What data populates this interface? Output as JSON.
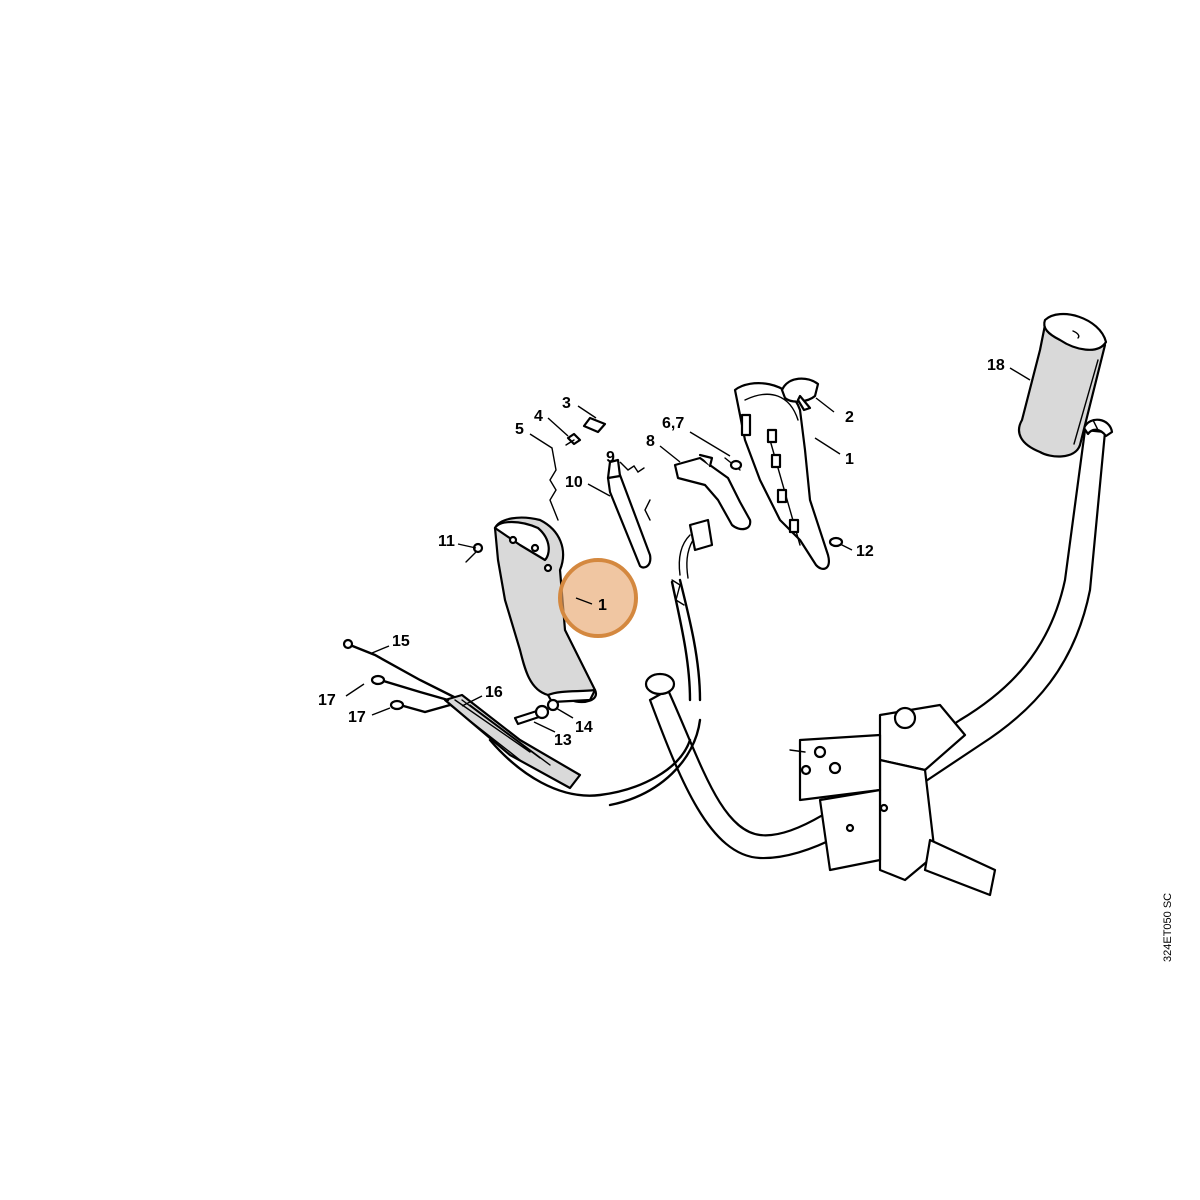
{
  "callouts": [
    {
      "id": "c1",
      "label": "1"
    },
    {
      "id": "c1b",
      "label": "1"
    },
    {
      "id": "c2",
      "label": "2"
    },
    {
      "id": "c3",
      "label": "3"
    },
    {
      "id": "c4",
      "label": "4"
    },
    {
      "id": "c5",
      "label": "5"
    },
    {
      "id": "c67",
      "label": "6,7"
    },
    {
      "id": "c8",
      "label": "8"
    },
    {
      "id": "c9",
      "label": "9"
    },
    {
      "id": "c10",
      "label": "10"
    },
    {
      "id": "c11",
      "label": "11"
    },
    {
      "id": "c12",
      "label": "12"
    },
    {
      "id": "c13",
      "label": "13"
    },
    {
      "id": "c14",
      "label": "14"
    },
    {
      "id": "c15",
      "label": "15"
    },
    {
      "id": "c16",
      "label": "16"
    },
    {
      "id": "c17a",
      "label": "17"
    },
    {
      "id": "c17b",
      "label": "17"
    },
    {
      "id": "c18",
      "label": "18"
    }
  ],
  "drawing_code": "324ET050 SC",
  "highlight": {
    "part_label": "1",
    "color": "#e8a870",
    "stroke_color": "#d4883f"
  }
}
